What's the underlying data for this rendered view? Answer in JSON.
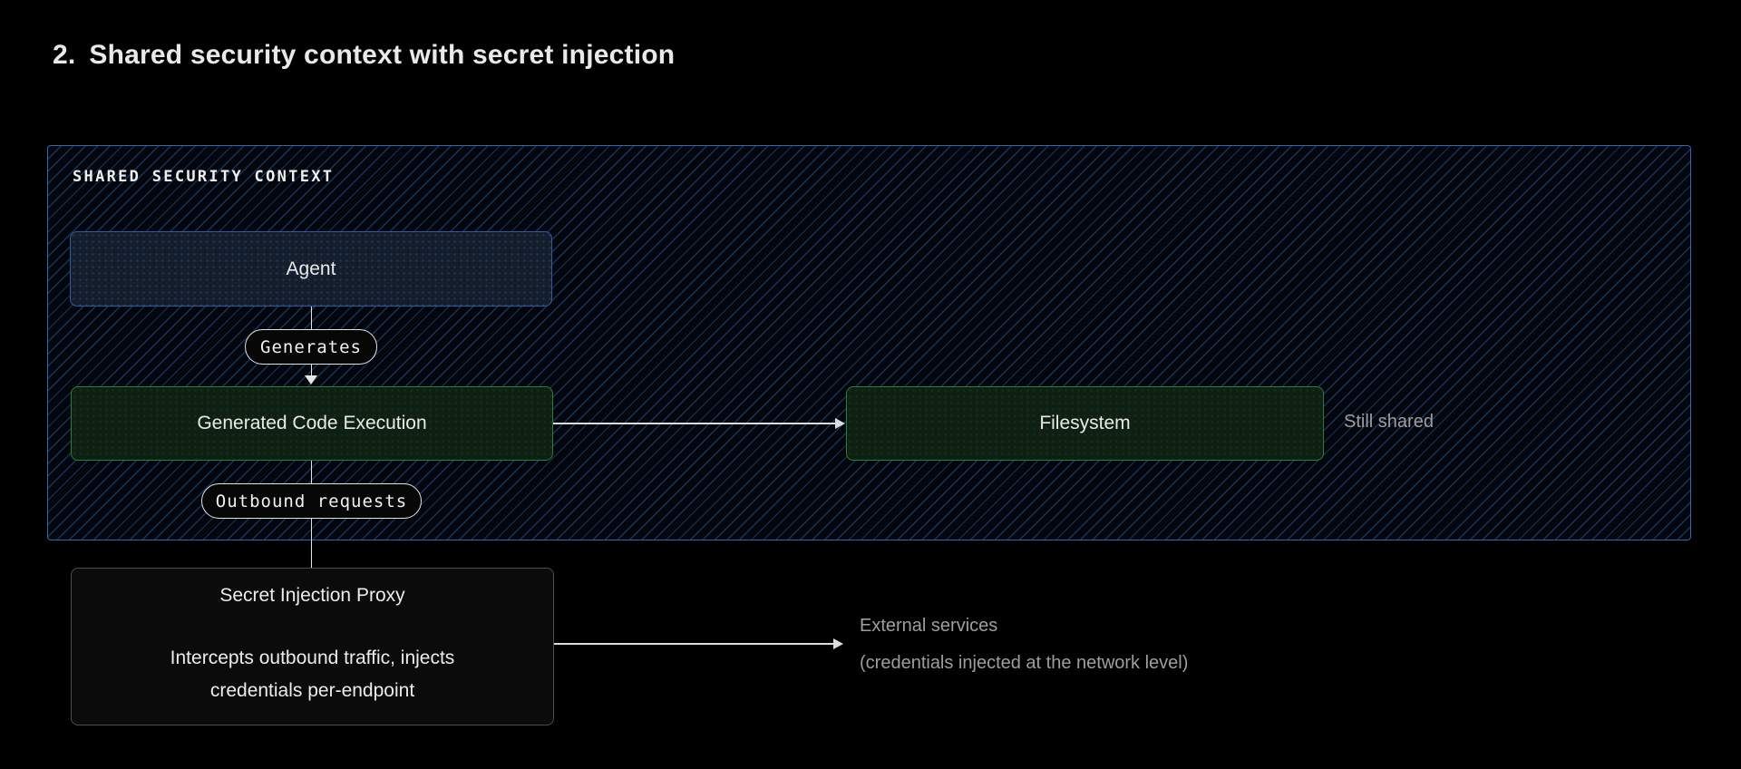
{
  "page": {
    "title_number": "2.",
    "title": "Shared security context with secret injection"
  },
  "context_box": {
    "label": "SHARED SECURITY CONTEXT"
  },
  "nodes": {
    "agent": {
      "label": "Agent"
    },
    "generated_code_execution": {
      "label": "Generated Code Execution"
    },
    "filesystem": {
      "label": "Filesystem"
    },
    "secret_injection_proxy": {
      "title": "Secret Injection Proxy",
      "description_line1": "Intercepts outbound traffic, injects",
      "description_line2": "credentials per-endpoint"
    }
  },
  "edges": {
    "agent_to_execution_label": "Generates",
    "execution_to_proxy_label": "Outbound requests"
  },
  "annotations": {
    "filesystem_note": "Still shared",
    "external_services_line1": "External services",
    "external_services_line2": "(credentials injected at the network level)"
  },
  "colors": {
    "background": "#000000",
    "context_border_blue": "#2d6ab0",
    "agent_border_blue": "#2b5f9e",
    "agent_fill_navy": "#141e2c",
    "green_border": "#2f7a3f",
    "green_fill": "#0e2012",
    "proxy_border_gray": "#4d4d4d",
    "proxy_fill": "#0b0b0b",
    "line_white": "#dcdcdc",
    "annotation_gray": "#9e9e9e",
    "text_white": "#eaeaea"
  }
}
